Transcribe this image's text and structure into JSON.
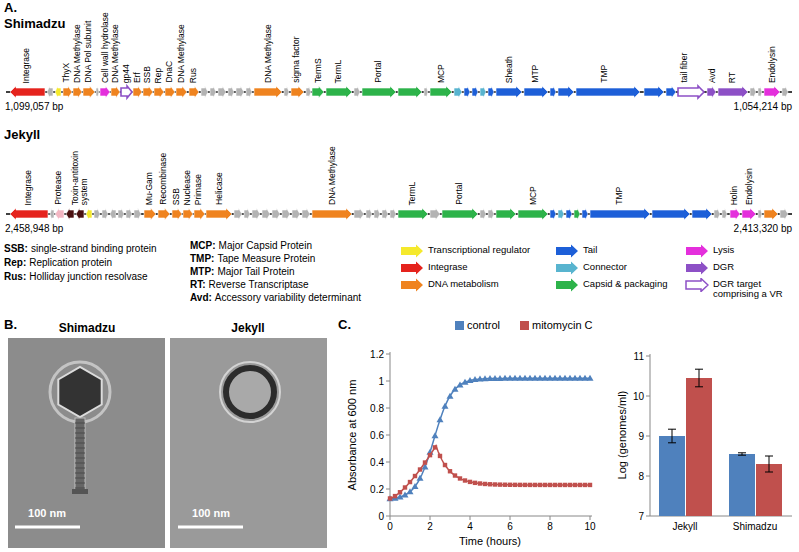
{
  "diagram": {
    "labels": [
      "A.",
      "Shimadzu",
      "Integrase",
      "ThyX",
      "DNA Methylase",
      "DNA Pol subunit",
      "Cell wall hydrolase",
      "DNA Methylase",
      "gp44",
      "Erf",
      "SSB",
      "Rep",
      "DnaC",
      "DNA Methylase",
      "Rus",
      "DNA Methylase",
      "sigma factor",
      "TermS",
      "TermL",
      "Portal",
      "MCP",
      "Sheath",
      "MTP",
      "TMP",
      "tail fiber",
      "Avd",
      "RT",
      "Endolysin",
      "1,099,057 bp",
      "1,054,214 bp",
      "Jekyll",
      "Integrase",
      "Protease",
      "Toxin-antitoxin system",
      "Mu-Gam",
      "Recombinase",
      "SSB",
      "Nuclease",
      "Primase",
      "Helicase",
      "DNA Methylase",
      "TermL",
      "Portal",
      "MCP",
      "TMP",
      "Holin",
      "Endolysin",
      "2,458,948 bp",
      "2,413,320 bp",
      "SSB:",
      "single-strand binding protein",
      "Rep:",
      "Replication protein",
      "Rus:",
      "Holliday junction resolvase",
      "MCP:",
      "Major Capsid Protein",
      "TMP:",
      "Tape Measure Protein",
      "MTP:",
      "Major Tail Protein",
      "RT:",
      "Reverse Transcriptase",
      "Avd:",
      "Accessory variability determinant",
      "B.",
      "Shimadzu",
      "Jekyll",
      "100 nm",
      "100 nm",
      "C.",
      "0",
      "0.2",
      "0.4",
      "0.6",
      "0.8",
      "1",
      "1.2",
      "0",
      "2",
      "4",
      "6",
      "8",
      "10",
      "Absorbance at 600 nm",
      "Time (hours)",
      "7",
      "8",
      "9",
      "10",
      "11",
      "Log (genomes/ml)",
      "Jekyll",
      "Shimadzu"
    ],
    "legend": [
      {
        "text": "Transcriptional regulator",
        "color": "#f5e92c"
      },
      {
        "text": "Integrase",
        "color": "#e5231d"
      },
      {
        "text": "DNA metabolism",
        "color": "#ef831f"
      },
      {
        "text": "Tail",
        "color": "#1d5fd8"
      },
      {
        "text": "Connector",
        "color": "#58b4cf"
      },
      {
        "text": "Capsid & packaging",
        "color": "#2db34a"
      },
      {
        "text": "Lysis",
        "color": "#e42fdc"
      },
      {
        "text": "DGR",
        "color": "#8d50c6"
      },
      {
        "text": "DGR target comprising a VR"
      },
      {
        "text": "control",
        "color": "#4f81bd"
      },
      {
        "text": "mitomycin C",
        "color": "#c0504d"
      }
    ]
  }
}
